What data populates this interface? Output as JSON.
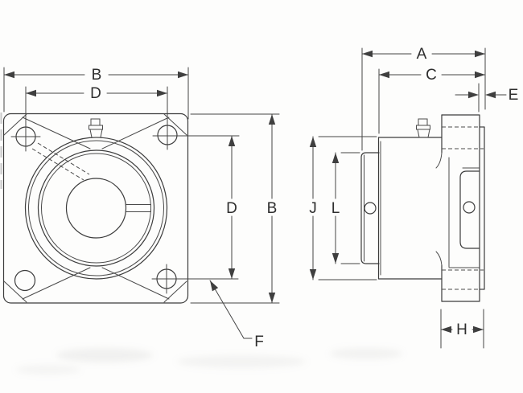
{
  "drawing": {
    "front_view": {
      "dim_flange_width": "B",
      "dim_bolt_spacing_horizontal": "D",
      "dim_bolt_spacing_vertical": "D",
      "dim_flange_height": "B",
      "dim_bolt_hole_leader": "F"
    },
    "side_view": {
      "dim_overall_width": "A",
      "dim_housing_width": "C",
      "dim_pilot_thickness": "E",
      "dim_housing_od": "J",
      "dim_collar_width": "L",
      "dim_flange_thickness": "H"
    }
  }
}
